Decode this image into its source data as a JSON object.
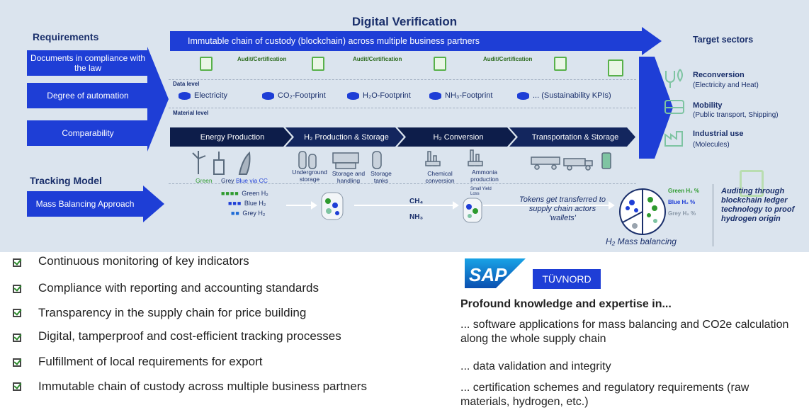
{
  "title": "Digital Verification",
  "requirements": {
    "heading": "Requirements",
    "items": [
      "Documents in compliance with the law",
      "Degree of automation",
      "Comparability"
    ]
  },
  "tracking": {
    "heading": "Tracking Model",
    "button": "Mass Balancing Approach"
  },
  "banner": "Immutable chain of custody (blockchain) across multiple business partners",
  "audit_labels": [
    "Audit/Certification",
    "Audit/Certification",
    "Audit/Certification"
  ],
  "data_level": {
    "label": "Data level",
    "items": [
      "Electricity",
      "CO₂-Footprint",
      "H₂O-Footprint",
      "NH₃-Footprint",
      "... (Sustainability KPIs)"
    ]
  },
  "material_level": {
    "label": "Material level",
    "stages": [
      "Energy Production",
      "H₂ Production & Storage",
      "H₂ Conversion",
      "Transportation & Storage"
    ]
  },
  "energy_labels": {
    "green": "Green",
    "grey": "Grey",
    "blue": "Blue via CC"
  },
  "facility_labels": [
    "Underground storage",
    "Storage and handling",
    "Storage tanks",
    "Chemical conversion",
    "Ammonia production"
  ],
  "mass_flow": {
    "inputs": [
      "Green H₂",
      "Blue H₂",
      "Grey H₂"
    ],
    "products": [
      "CH₄",
      "NH₃"
    ],
    "small_loss": "Small Yield Loss",
    "tokens_text": "Tokens get transferred to supply chain actors 'wallets'",
    "pcts": [
      "Green H₂ %",
      "Blue H₂ %",
      "Grey H₂ %"
    ],
    "balancing_label": "H₂ Mass balancing",
    "auditing_text": "Auditing through blockchain ledger technology to proof hydrogen origin"
  },
  "target": {
    "heading": "Target sectors",
    "sectors": [
      {
        "name": "Reconversion",
        "desc": "(Electricity and Heat)"
      },
      {
        "name": "Mobility",
        "desc": "(Public transport, Shipping)"
      },
      {
        "name": "Industrial use",
        "desc": "(Molecules)"
      }
    ]
  },
  "benefits": [
    "Continuous monitoring of key indicators",
    "Compliance with reporting and accounting standards",
    "Transparency in the supply chain for price building",
    "Digital, tamperproof and cost-efficient tracking processes",
    "Fulfillment of local requirements for export",
    "Immutable chain of custody across multiple business partners"
  ],
  "logos": {
    "sap": "SAP",
    "tuv": "TÜVNORD"
  },
  "knowledge": {
    "heading": "Profound knowledge and expertise in...",
    "items": [
      "... software applications for mass balancing and CO2e calculation along the whole supply chain",
      "... data validation and integrity",
      "... certification schemes and regulatory requirements (raw materials, hydrogen, etc.)"
    ]
  },
  "colors": {
    "brand_blue": "#1e3ed6",
    "navy": "#1a2f6b",
    "panel_bg": "#dbe4ee",
    "stage_dark": "#0d1d4a",
    "green": "#58b14a"
  }
}
